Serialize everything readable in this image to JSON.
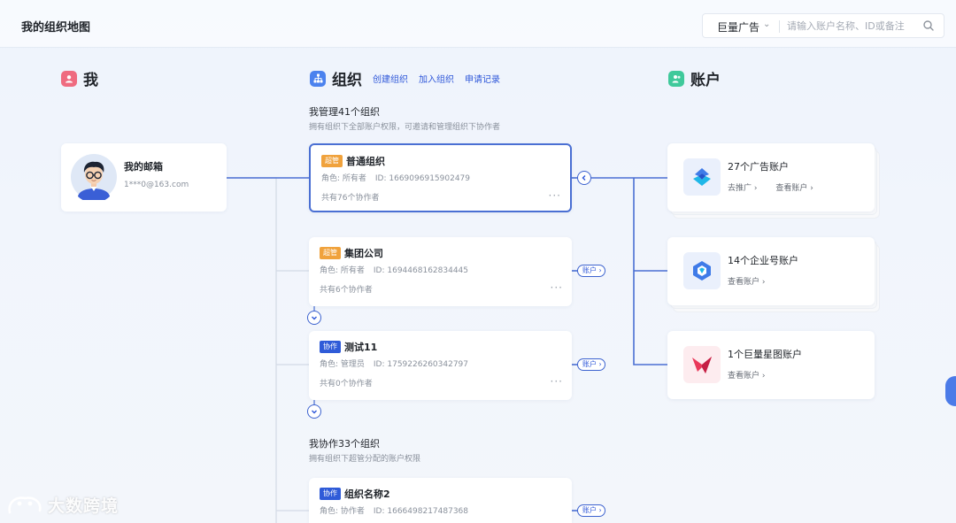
{
  "header": {
    "title": "我的组织地图",
    "platform_select": "巨量广告",
    "search_placeholder": "请输入账户名称、ID或备注"
  },
  "columns": {
    "me": {
      "title": "我"
    },
    "org": {
      "title": "组织",
      "links": [
        "创建组织",
        "加入组织",
        "申请记录"
      ]
    },
    "accounts": {
      "title": "账户"
    }
  },
  "me": {
    "name": "我的邮箱",
    "email": "1***0@163.com"
  },
  "managed": {
    "title": "我管理41个组织",
    "desc": "拥有组织下全部账户权限，可邀请和管理组织下协作者",
    "orgs": [
      {
        "tag": "超管",
        "tag_color": "#f0a23c",
        "name": "普通组织",
        "role": "角色: 所有者",
        "id": "ID: 1669096915902479",
        "collab": "共有76个协作者",
        "more": "···"
      },
      {
        "tag": "超管",
        "tag_color": "#f0a23c",
        "name": "集团公司",
        "role": "角色: 所有者",
        "id": "ID: 1694468162834445",
        "collab": "共有6个协作者",
        "more": "···"
      },
      {
        "tag": "协作",
        "tag_color": "#2f5bd8",
        "name": "测试11",
        "role": "角色: 管理员",
        "id": "ID: 1759226260342797",
        "collab": "共有0个协作者",
        "more": "···"
      }
    ]
  },
  "collab_section": {
    "title": "我协作33个组织",
    "desc": "拥有组织下超管分配的账户权限",
    "orgs": [
      {
        "tag": "协作",
        "tag_color": "#2f5bd8",
        "name": "组织名称2",
        "role": "角色: 协作者",
        "id": "ID: 1666498217487368"
      }
    ]
  },
  "account_pill_label": "账户",
  "account_cards": [
    {
      "title": "27个广告账户",
      "links": [
        "去推广 ›",
        "查看账户 ›"
      ],
      "logo": "ocean-engine-ads-icon"
    },
    {
      "title": "14个企业号账户",
      "links": [
        "查看账户 ›"
      ],
      "logo": "enterprise-account-icon"
    },
    {
      "title": "1个巨量星图账户",
      "links": [
        "查看账户 ›"
      ],
      "logo": "star-map-icon"
    }
  ],
  "watermark": "大数跨境",
  "colors": {
    "accent": "#2e57d9",
    "line": "#4a6fd3",
    "tag_admin": "#f0a23c",
    "tag_collab": "#2f5bd8"
  }
}
